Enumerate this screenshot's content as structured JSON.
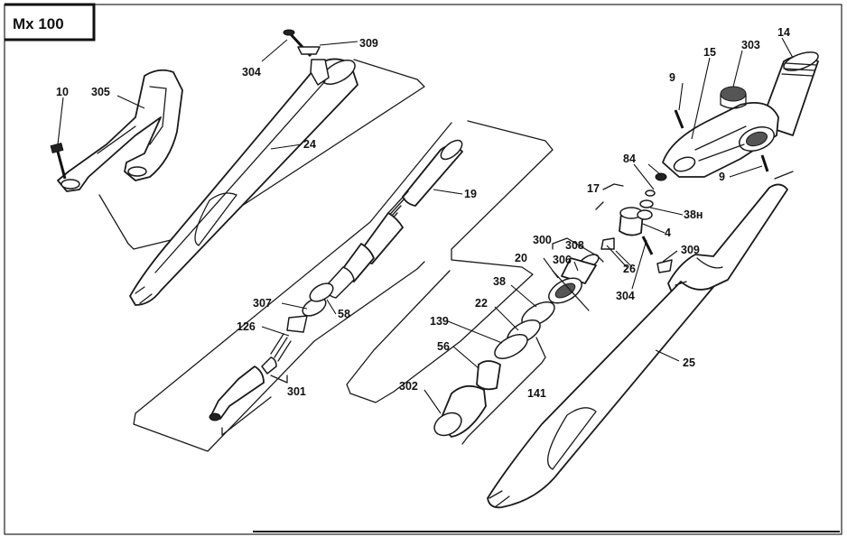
{
  "title": "Mx 100",
  "labels": {
    "l304a": "304",
    "l309a": "309",
    "l10": "10",
    "l305": "305",
    "l24": "24",
    "l19": "19",
    "l307": "307",
    "l58": "58",
    "l126": "126",
    "l301": "301",
    "l9a": "9",
    "l15": "15",
    "l303": "303",
    "l14": "14",
    "l84": "84",
    "l9b": "9",
    "l17": "17",
    "l38h": "38н",
    "l4": "4",
    "l300": "300",
    "l308": "308",
    "l309b": "309",
    "l20": "20",
    "l306": "306",
    "l26": "26",
    "l304b": "304",
    "l38": "38",
    "l22": "22",
    "l139": "139",
    "l56": "56",
    "l302": "302",
    "l141": "141",
    "l25": "25"
  }
}
